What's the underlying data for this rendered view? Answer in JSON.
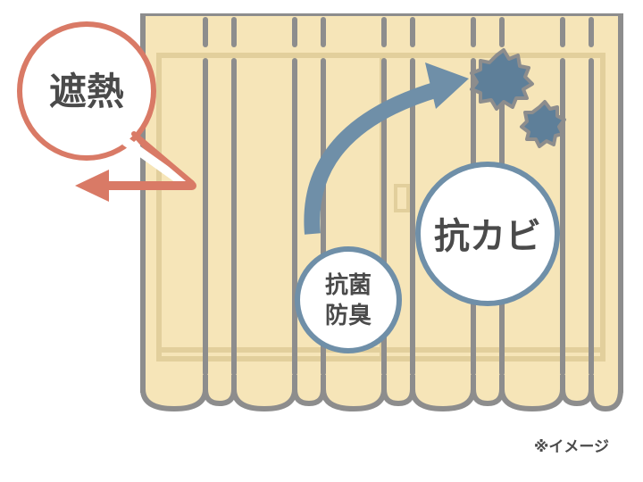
{
  "labels": {
    "heat_shield": "遮熱",
    "antibacterial_line1": "抗菌",
    "antibacterial_line2": "防臭",
    "anti_mold": "抗カビ"
  },
  "note": "※イメージ",
  "colors": {
    "curtain_fill": "#f6e5b8",
    "curtain_stroke": "#8d8d8d",
    "heat_accent": "#d97a66",
    "blue_accent": "#6f8fa8",
    "mold_fill": "#5e7f99",
    "text": "#4a4a4a"
  },
  "icons": [
    "heat-arrow-icon",
    "curved-arrow-icon",
    "mold-spot-icon"
  ]
}
